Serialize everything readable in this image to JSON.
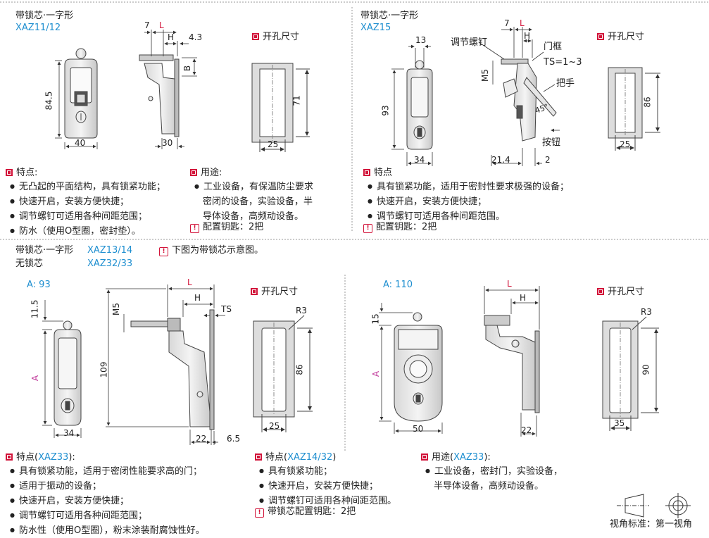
{
  "top_left": {
    "title": "带锁芯·一字形",
    "model": "XAZ11/12",
    "cutout_label": "开孔尺寸",
    "dims": {
      "d7": "7",
      "L": "L",
      "H": "H",
      "d43": "4.3",
      "B": "B",
      "d845": "84.5",
      "d40": "40",
      "d30": "30",
      "d71": "71",
      "d25": "25"
    },
    "features_title": "特点:",
    "features": [
      "无凸起的平面结构，具有锁紧功能；",
      "快速开启，安装方便快捷；",
      "调节螺钉可适用各种间距范围；",
      "防水（使用O型圈，密封垫）。"
    ],
    "usage_title": "用途:",
    "usage": [
      "工业设备，有保温防尘要求",
      "密闭的设备，实验设备，半",
      "导体设备，高频动设备。"
    ],
    "key_note": "配置钥匙：2把"
  },
  "top_right": {
    "title": "带锁芯·一字形",
    "model": "XAZ15",
    "cutout_label": "开孔尺寸",
    "labels": {
      "screw": "调节螺钉",
      "frame": "门框",
      "ts": "TS=1~3",
      "handle": "把手",
      "button": "按钮",
      "angle": "45°"
    },
    "dims": {
      "d13": "13",
      "d7": "7",
      "L": "L",
      "H": "H",
      "M5": "M5",
      "d93": "93",
      "d34": "34",
      "d214": "21.4",
      "d2": "2",
      "d86": "86",
      "d25": "25"
    },
    "features_title": "特点",
    "features": [
      "具有锁紧功能，适用于密封性要求极强的设备；",
      "快速开启，安装方便快捷；",
      "调节螺钉可适用各种间距范围。"
    ],
    "key_note": "配置钥匙：2把"
  },
  "bottom_header": {
    "line1": "带锁芯·一字形",
    "model1": "XAZ13/14",
    "line2": "无锁芯",
    "model2": "XAZ32/33",
    "note": "下图为带锁芯示意图。"
  },
  "bottom_left": {
    "a_label": "A: 93",
    "cutout_label": "开孔尺寸",
    "dims": {
      "d115": "11.5",
      "A": "A",
      "d34": "34",
      "M5": "M5",
      "L": "L",
      "H": "H",
      "TS": "TS",
      "d109": "109",
      "d22": "22",
      "d65": "6.5",
      "R3": "R3",
      "d86": "86",
      "d25": "25"
    },
    "feat33_title": "特点(",
    "feat33_model": "XAZ33",
    "feat33_close": "):",
    "feat33": [
      "具有锁紧功能，适用于密闭性能要求高的门；",
      "适用于振动的设备；",
      "快速开启，安装方便快捷；",
      "调节螺钉可适用各种间距范围；",
      "防水性（使用O型圈），粉末涂装耐腐蚀性好。"
    ],
    "feat14_title": "特点(",
    "feat14_model": "XAZ14/32",
    "feat14_close": ")",
    "feat14": [
      "具有锁紧功能；",
      "快速开启，安装方便快捷；",
      "调节螺钉可适用各种间距范围。"
    ],
    "key_note": "带锁芯配置钥匙：2把"
  },
  "bottom_right": {
    "a_label": "A: 110",
    "cutout_label": "开孔尺寸",
    "dims": {
      "d15": "15",
      "A": "A",
      "d50": "50",
      "L": "L",
      "H": "H",
      "d22": "22",
      "R3": "R3",
      "d90": "90",
      "d35": "35"
    },
    "usage_title": "用途(",
    "usage_model": "XAZ33",
    "usage_close": "):",
    "usage": [
      "工业设备，密封门，实验设备，",
      "半导体设备，高频动设备。"
    ],
    "projection": "视角标准：第一视角"
  }
}
